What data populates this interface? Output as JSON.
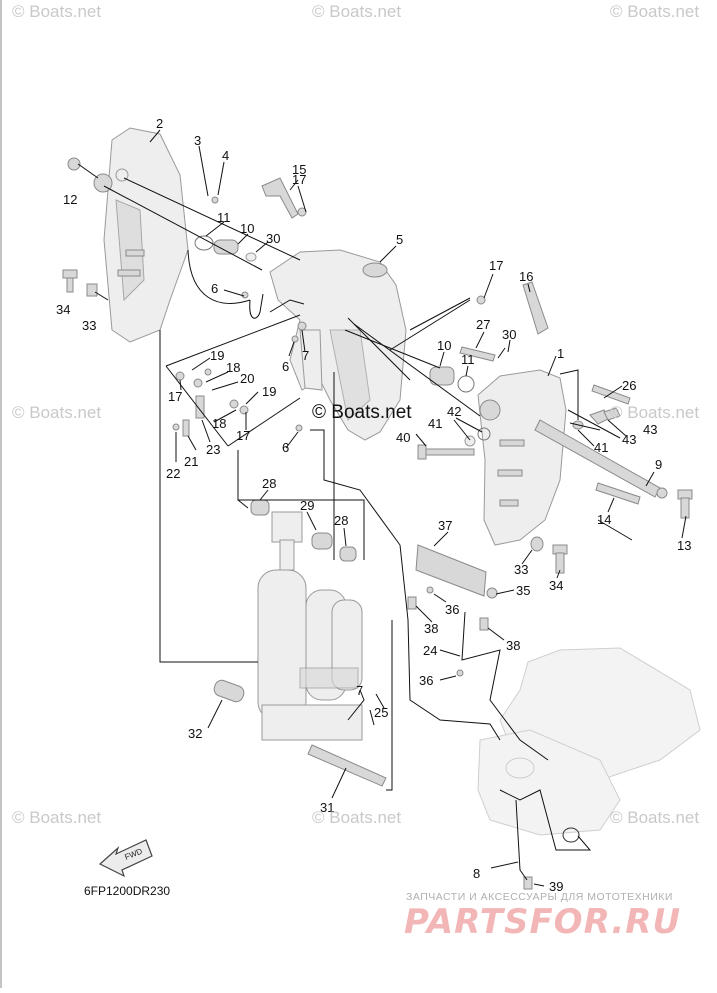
{
  "watermarks": {
    "brand": "© Boats.net"
  },
  "diagram": {
    "code": "6FP1200DR230",
    "fwd_label": "FWD",
    "labels": [
      "1",
      "2",
      "3",
      "4",
      "5",
      "6",
      "7",
      "8",
      "9",
      "10",
      "11",
      "12",
      "13",
      "14",
      "15",
      "16",
      "17",
      "18",
      "19",
      "20",
      "21",
      "22",
      "23",
      "24",
      "25",
      "26",
      "27",
      "28",
      "29",
      "30",
      "31",
      "32",
      "33",
      "34",
      "35",
      "36",
      "37",
      "38",
      "39",
      "40",
      "41",
      "42",
      "43"
    ]
  },
  "promo": {
    "line1": "ЗАПЧАСТИ И АКСЕССУАРЫ ДЛЯ МОТОТЕХНИКИ",
    "line2": "PARTSFOR.RU"
  }
}
